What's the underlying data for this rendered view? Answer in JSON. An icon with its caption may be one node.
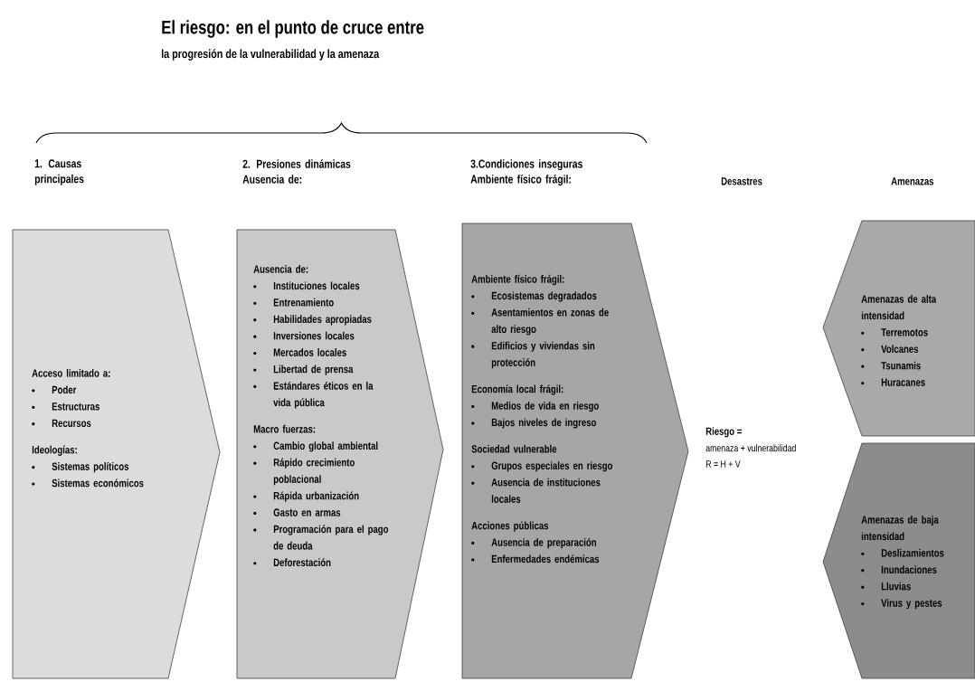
{
  "diagram": {
    "title": "El riesgo: en el punto de cruce entre",
    "nodes": [
      {
        "text": [
          "1. Causas principales",
          "Acceso limitado a:",
          "Poder",
          "Estructuras",
          "Recursos",
          "Ideologías:",
          "Sistemas políticos",
          "Sistemas económicos"
        ]
      },
      {
        "text": [
          "2. Presiones dinámicas Ausencia de:",
          "Ausencia de:",
          "Instituciones locales",
          "Entrenamiento",
          "Habilidades apropiadas",
          "Inversiones locales",
          "Mercados locales",
          "Libertad de prensa",
          "Estándares éticos en la vida pública",
          "Macro fuerzas:",
          "Cambio global ambiental",
          "Rápido crecimiento poblacional",
          "Rápida urbanización",
          "Gasto en armas",
          "Programación para el pago de deuda",
          "Deforestación"
        ]
      },
      {
        "text": [
          "3.Condiciones inseguras Ambiente físico frágil:",
          "Ambiente físico frágil:",
          "Ecosistemas degradados",
          "Asentamientos en zonas de alto riesgo",
          "Edificios y viviendas sin protección",
          "Economía local frágil:",
          "Medios de vida en riesgo",
          "Bajos niveles de ingreso",
          "Sociedad vulnerable",
          "Grupos especiales en riesgo",
          "Ausencia de instituciones locales",
          "Acciones públicas",
          "Ausencia de preparación",
          "Enfermedades endémicas"
        ]
      },
      {
        "text": [
          "Amenazas de alta intensidad",
          "Terremotos",
          "Volcanes",
          "Tsunamis",
          "Huracanes"
        ]
      },
      {
        "text": [
          "Amenazas de baja intensidad",
          "Deslizamientos",
          "Inundaciones",
          "Lluvias",
          "Virus y pestes"
        ]
      }
    ],
    "labels": [
      "la progresión de la vulnerabilidad y la amenaza",
      "Desastres",
      "Amenazas",
      "Riesgo =",
      "amenaza + vulnerabilidad",
      "R = H + V"
    ]
  }
}
